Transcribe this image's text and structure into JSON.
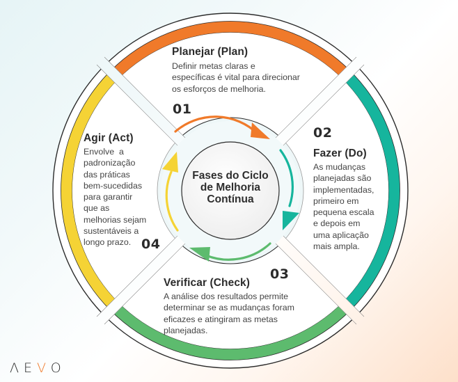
{
  "title": "Fases do Ciclo de Melhoria Contínua",
  "center": {
    "line1": "Fases do Ciclo",
    "line2": "de Melhoria",
    "line3": "Contínua"
  },
  "phases": [
    {
      "number": "01",
      "title": "Planejar (Plan)",
      "description_lines": [
        "Definir metas claras e",
        "específicas é vital para direcionar",
        "os esforços de melhoria."
      ],
      "color": "#f07a2a",
      "position": "top"
    },
    {
      "number": "02",
      "title": "Fazer (Do)",
      "description_lines": [
        "As mudanças",
        "planejadas são",
        "implementadas,",
        "primeiro em",
        "pequena escala",
        "e depois em",
        "uma aplicação",
        "mais ampla."
      ],
      "color": "#16b59d",
      "position": "right"
    },
    {
      "number": "03",
      "title": "Verificar (Check)",
      "description_lines": [
        "A análise dos resultados permite",
        "determinar se as mudanças foram",
        "eficazes e atingiram as metas",
        "planejadas."
      ],
      "color": "#5dbb6e",
      "position": "bottom"
    },
    {
      "number": "04",
      "title": "Agir (Act)",
      "description_lines": [
        "Envolve  a",
        "padronização",
        "das práticas",
        "bem-sucedidas",
        "para garantir",
        "que as",
        "melhorias sejam",
        "sustentáveis a",
        "longo prazo."
      ],
      "color": "#f5d335",
      "position": "left"
    }
  ],
  "logo": {
    "before": "ΛE",
    "accent": "V",
    "after": "O"
  },
  "colors": {
    "orange": "#f07a2a",
    "teal": "#16b59d",
    "green": "#5dbb6e",
    "yellow": "#f5d335",
    "outline": "#2b2b2b"
  }
}
